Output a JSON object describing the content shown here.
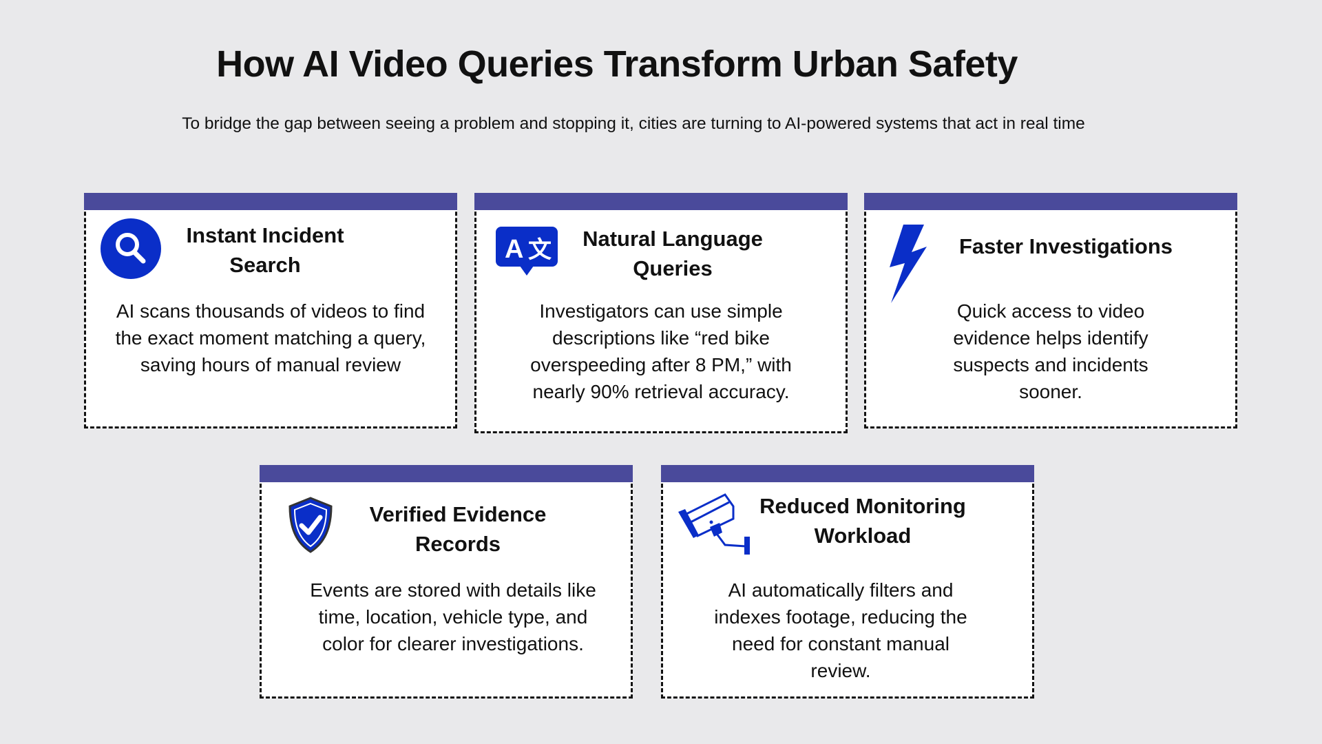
{
  "title": "How AI Video Queries Transform Urban Safety",
  "subtitle": "To bridge the gap between seeing a problem and stopping it, cities are turning to AI-powered systems that act in real time",
  "colors": {
    "bar": "#4a4a9b",
    "icon": "#0a2ec8",
    "background": "#e9e9eb"
  },
  "cards": [
    {
      "icon": "search-icon",
      "title": "Instant Incident Search",
      "body": "AI scans thousands of videos to find the exact moment matching a query, saving hours of manual review"
    },
    {
      "icon": "translate-icon",
      "title": "Natural Language Queries",
      "body": "Investigators can use simple descriptions like “red bike overspeeding after 8 PM,” with nearly 90% retrieval accuracy."
    },
    {
      "icon": "lightning-icon",
      "title": "Faster Investigations",
      "body": "Quick access to video evidence helps identify suspects and incidents sooner."
    },
    {
      "icon": "shield-check-icon",
      "title": "Verified Evidence Records",
      "body": "Events are stored with details like time, location, vehicle type, and color for clearer investigations."
    },
    {
      "icon": "cctv-camera-icon",
      "title": "Reduced Monitoring Workload",
      "body": "AI automatically filters and indexes footage, reducing the need for constant manual review."
    }
  ]
}
